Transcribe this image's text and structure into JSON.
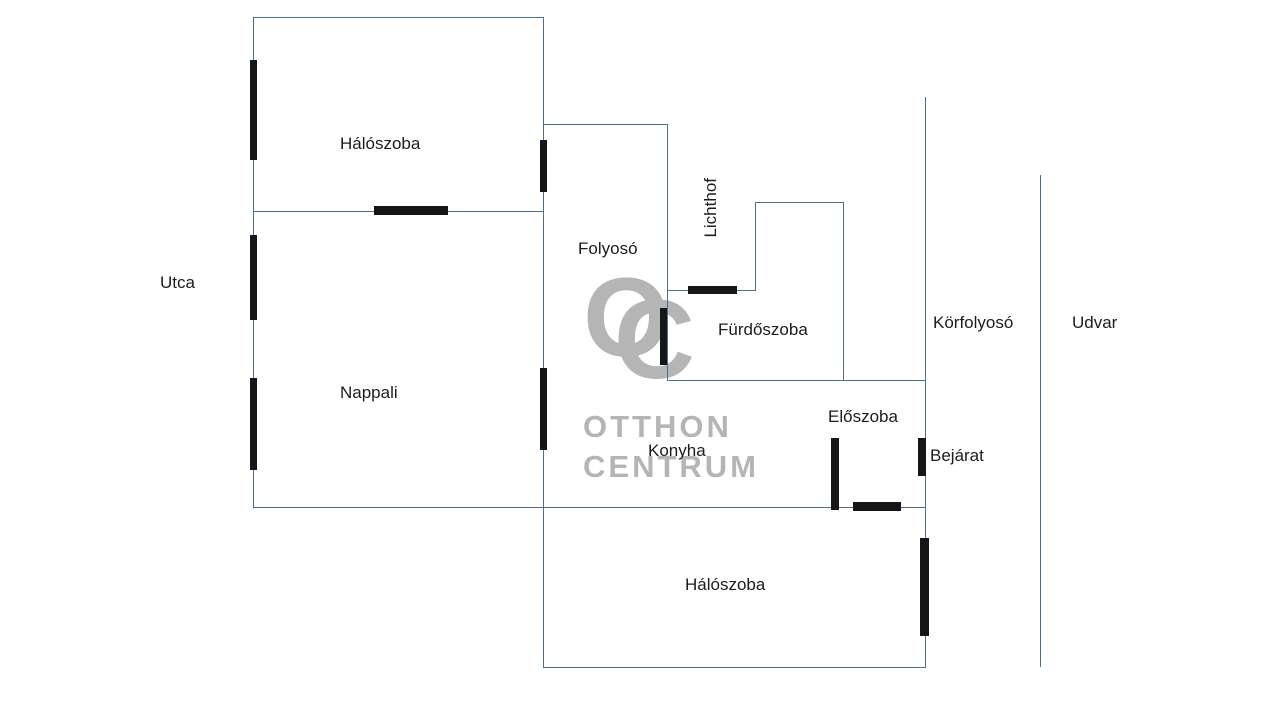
{
  "meta": {
    "wall_color": "#4f6f91",
    "marker_color": "#161616",
    "label_color": "#1c1c1c",
    "watermark_color": "#b5b5b5",
    "background_color": "#ffffff"
  },
  "floorplan": {
    "rooms": [
      {
        "id": "bedroom-top",
        "label": "Hálószoba"
      },
      {
        "id": "living-room",
        "label": "Nappali"
      },
      {
        "id": "corridor",
        "label": "Folyosó"
      },
      {
        "id": "lichthof",
        "label": "Lichthof"
      },
      {
        "id": "bathroom",
        "label": "Fürdőszoba"
      },
      {
        "id": "kitchen",
        "label": "Konyha"
      },
      {
        "id": "hall",
        "label": "Előszoba"
      },
      {
        "id": "bedroom-bottom",
        "label": "Hálószoba"
      }
    ],
    "outside": [
      {
        "id": "street",
        "label": "Utca"
      },
      {
        "id": "gallery",
        "label": "Körfolyosó"
      },
      {
        "id": "courtyard",
        "label": "Udvar"
      },
      {
        "id": "entrance",
        "label": "Bejárat"
      }
    ],
    "watermark": {
      "monogram_o": "O",
      "monogram_c": "C",
      "name_line1": "OTTHON",
      "name_line2": "CENTRUM"
    }
  }
}
